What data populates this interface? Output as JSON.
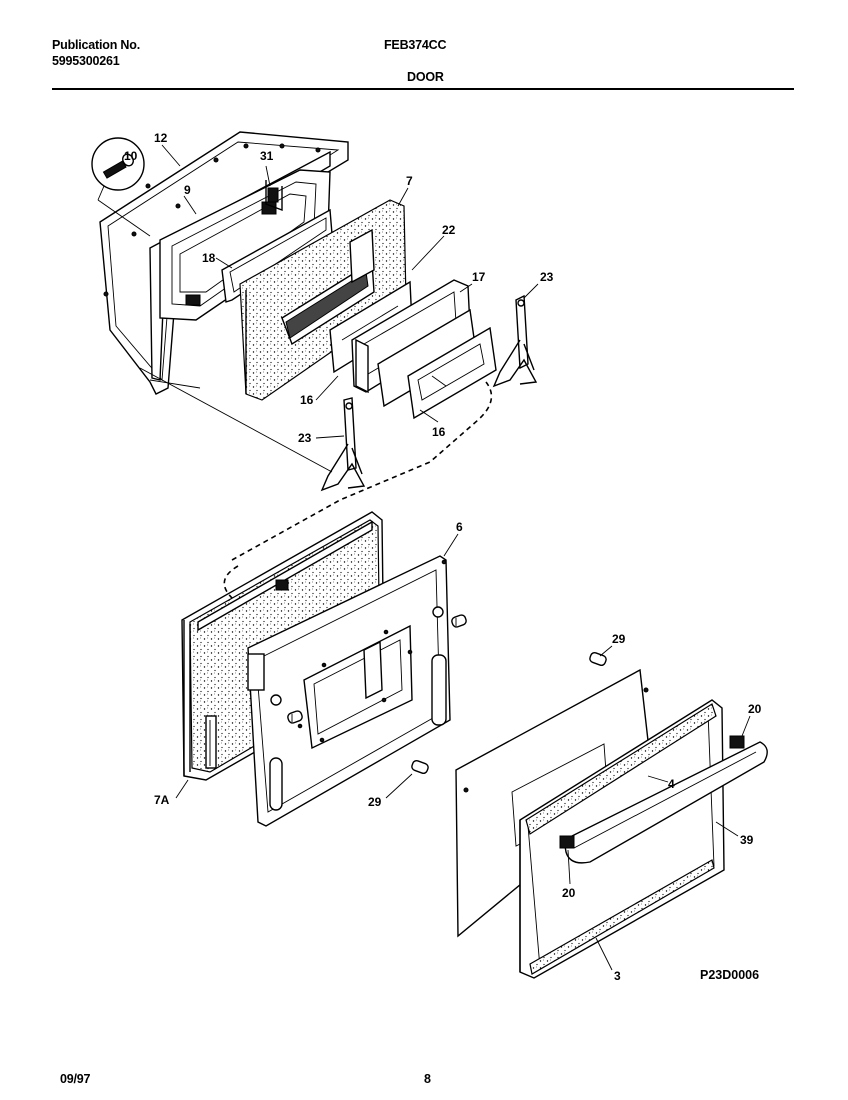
{
  "header": {
    "publication_label": "Publication No.",
    "publication_number": "5995300261",
    "model": "FEB374CC",
    "section": "DOOR"
  },
  "callouts": {
    "c12": "12",
    "c10": "10",
    "c9": "9",
    "c31": "31",
    "c7": "7",
    "c18": "18",
    "c22": "22",
    "c17": "17",
    "c23a": "23",
    "c16a": "16",
    "c16b": "16",
    "c23b": "23",
    "c6": "6",
    "c29a": "29",
    "c20a": "20",
    "c4": "4",
    "c7a": "7A",
    "c29b": "29",
    "c39": "39",
    "c20b": "20",
    "c3": "3"
  },
  "diagram_code": "P23D0006",
  "footer": {
    "date": "09/97",
    "page": "8"
  }
}
